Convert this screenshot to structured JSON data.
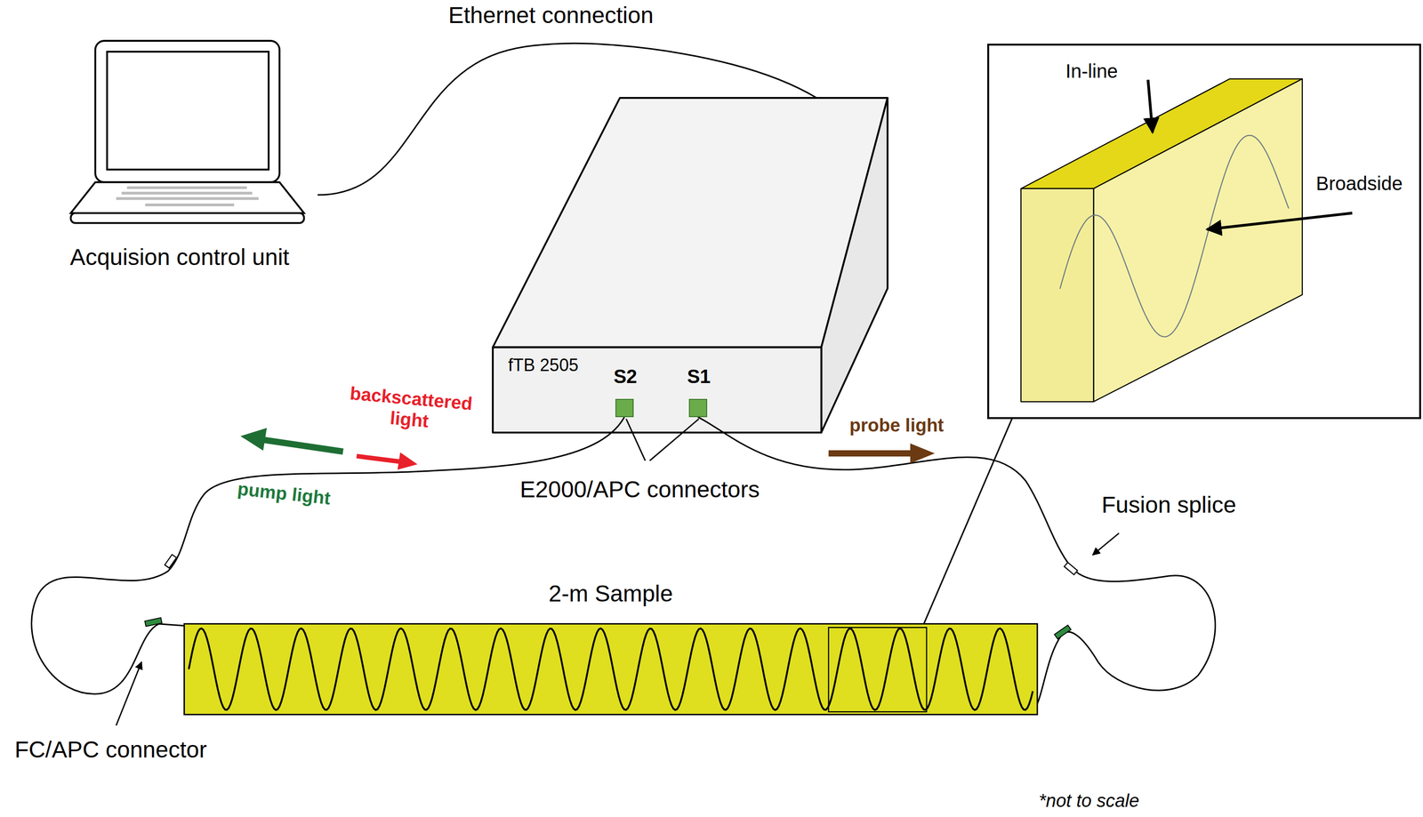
{
  "diagram": {
    "nodes": [
      {
        "text": [
          "Acquision control unit"
        ]
      },
      {
        "text": [
          "fTB 2505"
        ]
      },
      {
        "text": [
          "S2"
        ],
        "in": 1
      },
      {
        "text": [
          "S1"
        ],
        "in": 1
      },
      {
        "text": [
          "In-line",
          "Broadside"
        ]
      },
      {
        "text": [
          "2-m Sample"
        ]
      }
    ],
    "edges": [
      {
        "from": 0,
        "to": 1,
        "arrow": "none",
        "label": "Ethernet connection"
      },
      {
        "from": 2,
        "to": 5,
        "arrow": "none"
      },
      {
        "from": 3,
        "to": 5,
        "arrow": "none"
      },
      {
        "from": 4,
        "to": 5,
        "arrow": "none"
      }
    ],
    "labels": [
      "backscattered light",
      "pump light",
      "probe light",
      "E2000/APC connectors",
      "Fusion splice",
      "FC/APC connector",
      "*not to scale"
    ]
  }
}
